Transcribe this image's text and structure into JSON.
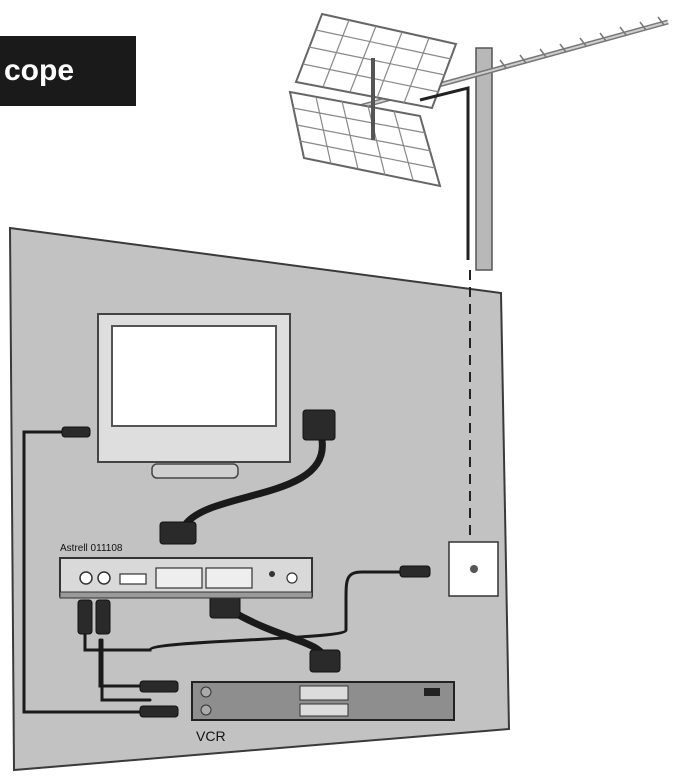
{
  "title": "cope",
  "labels": {
    "receiver": "Astrell 011108",
    "vcr": "VCR"
  },
  "colors": {
    "wall": "#c2c2c2",
    "wall_edge": "#3a3a3a",
    "cable": "#1a1a1a",
    "device": "#d9d9d9",
    "screen": "#ffffff",
    "vcr_body": "#8e8e8e",
    "title_bg": "#1a1a1a"
  },
  "icons": [
    "antenna-icon",
    "tv-icon",
    "receiver-icon",
    "vcr-icon",
    "wall-socket-icon",
    "scart-plug-icon",
    "rca-plug-icon"
  ]
}
